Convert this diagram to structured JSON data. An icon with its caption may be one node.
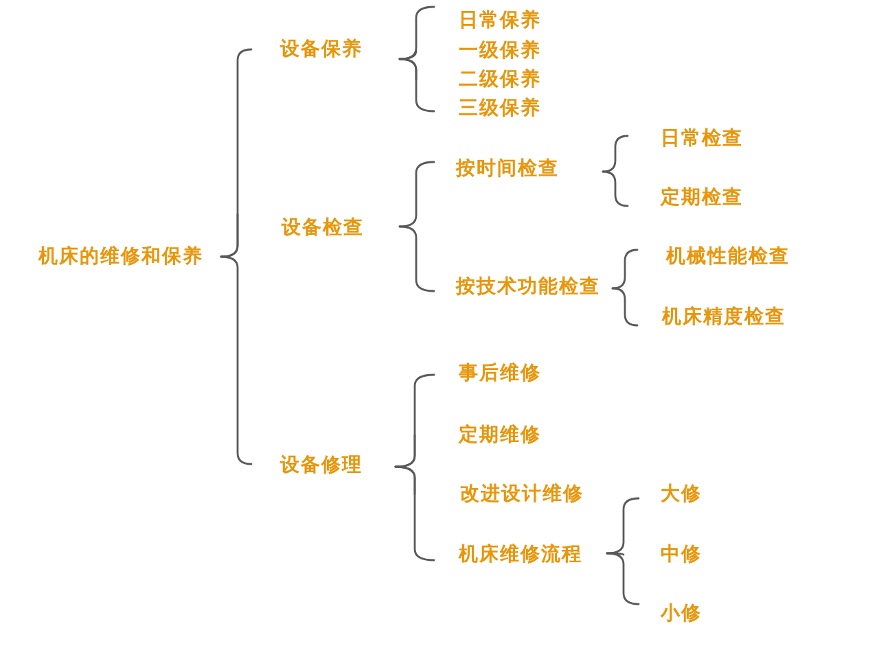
{
  "diagram": {
    "nodes": [
      {
        "text": [
          "机床的维修和保养"
        ]
      },
      {
        "text": [
          "设备保养"
        ]
      },
      {
        "text": [
          "日常保养"
        ]
      },
      {
        "text": [
          "一级保养"
        ]
      },
      {
        "text": [
          "二级保养"
        ]
      },
      {
        "text": [
          "三级保养"
        ]
      },
      {
        "text": [
          "设备检查"
        ]
      },
      {
        "text": [
          "按时间检查"
        ]
      },
      {
        "text": [
          "日常检查"
        ]
      },
      {
        "text": [
          "定期检查"
        ]
      },
      {
        "text": [
          "按技术功能检查"
        ]
      },
      {
        "text": [
          "机械性能检查"
        ]
      },
      {
        "text": [
          "机床精度检查"
        ]
      },
      {
        "text": [
          "设备修理"
        ]
      },
      {
        "text": [
          "事后维修"
        ]
      },
      {
        "text": [
          "定期维修"
        ]
      },
      {
        "text": [
          "改进设计维修"
        ]
      },
      {
        "text": [
          "机床维修流程"
        ]
      },
      {
        "text": [
          "大修"
        ]
      },
      {
        "text": [
          "中修"
        ]
      },
      {
        "text": [
          "小修"
        ]
      }
    ],
    "edges": [
      {
        "from": 0,
        "to": 1,
        "arrow": "none"
      },
      {
        "from": 0,
        "to": 6,
        "arrow": "none"
      },
      {
        "from": 0,
        "to": 13,
        "arrow": "none"
      },
      {
        "from": 1,
        "to": 2,
        "arrow": "none"
      },
      {
        "from": 1,
        "to": 3,
        "arrow": "none"
      },
      {
        "from": 1,
        "to": 4,
        "arrow": "none"
      },
      {
        "from": 1,
        "to": 5,
        "arrow": "none"
      },
      {
        "from": 6,
        "to": 7,
        "arrow": "none"
      },
      {
        "from": 6,
        "to": 10,
        "arrow": "none"
      },
      {
        "from": 7,
        "to": 8,
        "arrow": "none"
      },
      {
        "from": 7,
        "to": 9,
        "arrow": "none"
      },
      {
        "from": 10,
        "to": 11,
        "arrow": "none"
      },
      {
        "from": 10,
        "to": 12,
        "arrow": "none"
      },
      {
        "from": 13,
        "to": 14,
        "arrow": "none"
      },
      {
        "from": 13,
        "to": 15,
        "arrow": "none"
      },
      {
        "from": 13,
        "to": 16,
        "arrow": "none"
      },
      {
        "from": 13,
        "to": 17,
        "arrow": "none"
      },
      {
        "from": 17,
        "to": 18,
        "arrow": "none"
      },
      {
        "from": 17,
        "to": 19,
        "arrow": "none"
      },
      {
        "from": 17,
        "to": 20,
        "arrow": "none"
      }
    ]
  }
}
